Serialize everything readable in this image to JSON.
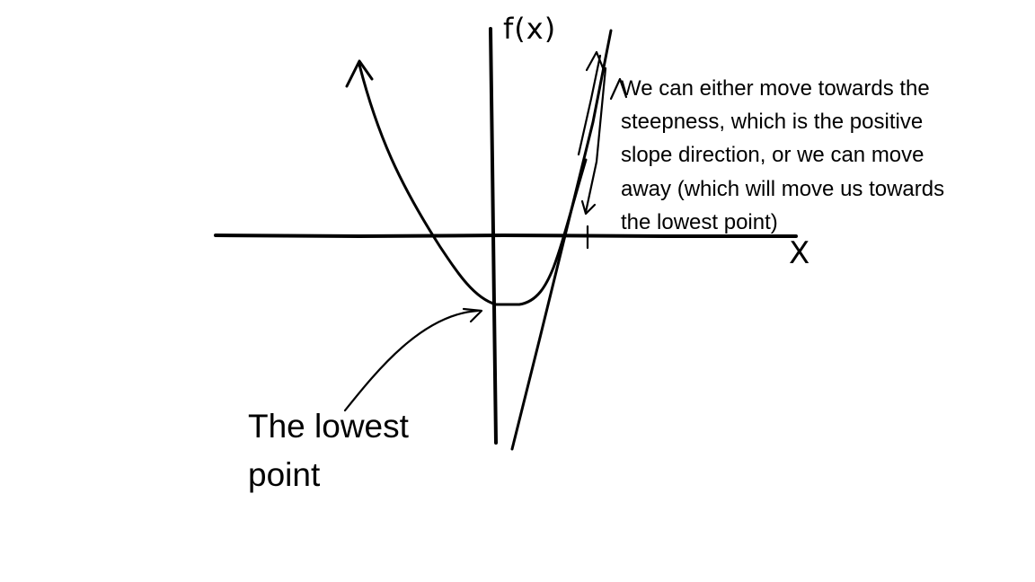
{
  "axes": {
    "y_label": "f(x)",
    "x_label": "X"
  },
  "explanation": {
    "lines": [
      "We can either move towards the",
      "steepness, which is the positive",
      "slope direction, or we can move",
      "away (which will move us towards",
      "the lowest point)"
    ]
  },
  "lowest_point": {
    "lines": [
      "The lowest",
      "point"
    ]
  },
  "colors": {
    "ink": "#000000",
    "background": "#ffffff"
  }
}
